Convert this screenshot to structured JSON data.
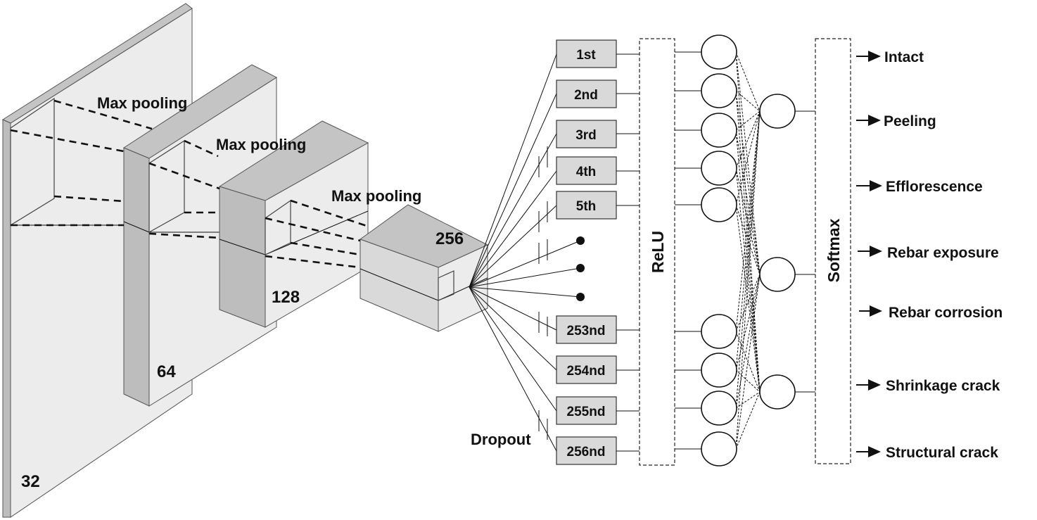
{
  "conv_blocks": {
    "labels": [
      "32",
      "64",
      "128",
      "256"
    ],
    "pooling_label": "Max pooling"
  },
  "dropout_label": "Dropout",
  "dense_units": [
    "1st",
    "2nd",
    "3rd",
    "4th",
    "5th",
    "253nd",
    "254nd",
    "255nd",
    "256nd"
  ],
  "activation_label": "ReLU",
  "softmax_label": "Softmax",
  "outputs": [
    "Intact",
    "Peeling",
    "Efflorescence",
    "Rebar exposure",
    "Rebar corrosion",
    "Shrinkage crack",
    "Structural crack"
  ]
}
